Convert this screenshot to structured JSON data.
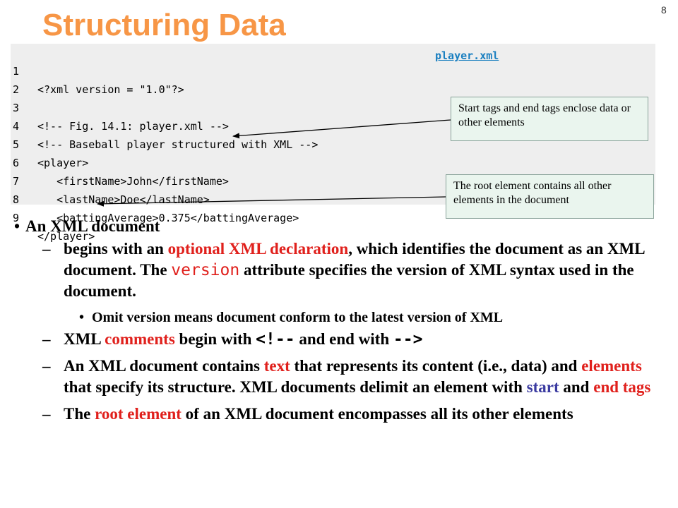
{
  "slide": {
    "title": "Structuring Data",
    "page_number": "8"
  },
  "code": {
    "file_link": "player.xml",
    "lines": [
      {
        "num": "1",
        "text": "<?xml version = \"1.0\"?>"
      },
      {
        "num": "2",
        "text": ""
      },
      {
        "num": "3",
        "text": "<!-- Fig. 14.1: player.xml -->"
      },
      {
        "num": "4",
        "text": "<!-- Baseball player structured with XML -->"
      },
      {
        "num": "5",
        "text": "<player>"
      },
      {
        "num": "6",
        "text": "   <firstName>John</firstName>"
      },
      {
        "num": "7",
        "text": "   <lastName>Doe</lastName>"
      },
      {
        "num": "8",
        "text": "   <battingAverage>0.375</battingAverage>"
      },
      {
        "num": "9",
        "text": "</player>"
      }
    ]
  },
  "callouts": {
    "tags": "Start tags and end tags enclose data or other elements",
    "root": "The root element contains all other elements in the document"
  },
  "content": {
    "heading": "An XML document",
    "dash": "–",
    "item1": {
      "a": " begins with an ",
      "b": "optional XML declaration",
      "c": ", which identifies the document as an XML document. The ",
      "d": "version",
      "e": " attribute specifies the version of XML syntax used in the document."
    },
    "sub1": "Omit version means document  conform to the latest version of XML",
    "item2": {
      "a": "XML ",
      "b": "comments",
      "c": " begin with ",
      "d": "<!--",
      "e": " and end with ",
      "f": "-->"
    },
    "item3": {
      "a": "An XML document contains ",
      "b": "text",
      "c": " that represents its content (i.e., data) and ",
      "d": "elements",
      "e": " that specify its structure. XML documents delimit an element with ",
      "f": "start",
      "g": " and ",
      "h": "end tags"
    },
    "item4": {
      "a": "The ",
      "b": "root element",
      "c": " of an XML document encompasses all its other elements"
    }
  },
  "colors": {
    "title": "#f79646",
    "highlight": "#e0201c",
    "tag_blue": "#3a3aa0",
    "code_bg": "#eeeeee",
    "callout_bg": "#eaf5ee"
  }
}
